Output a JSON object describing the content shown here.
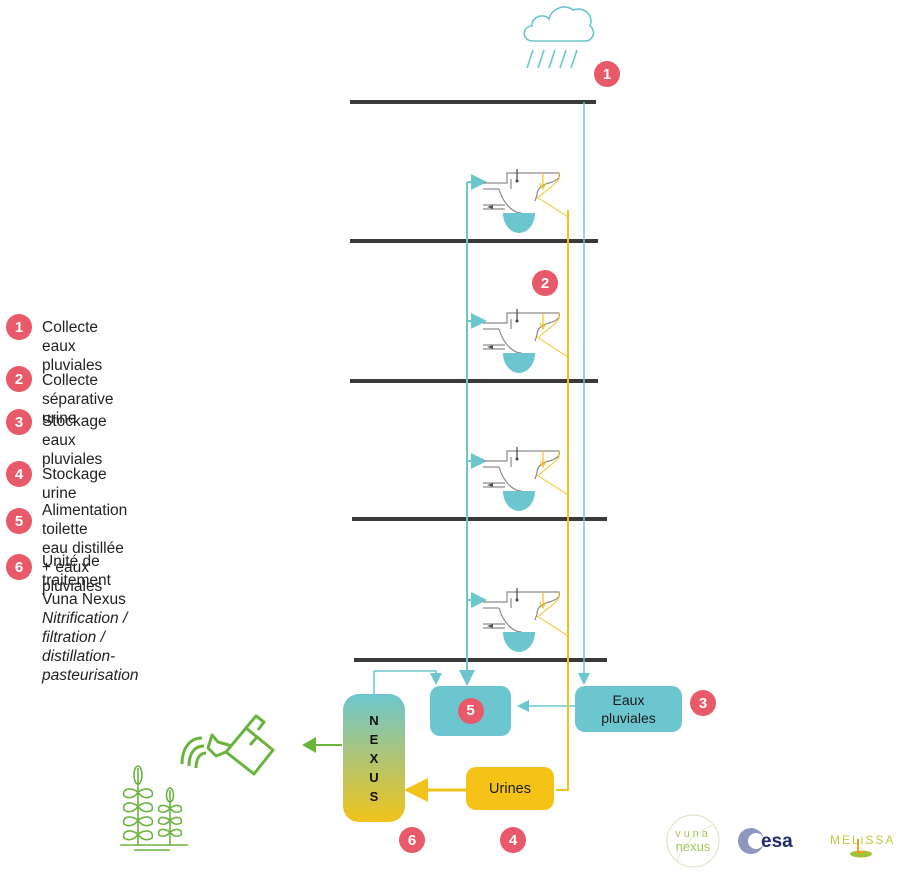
{
  "legend": {
    "items": [
      {
        "num": "1",
        "lines": [
          "Collecte eaux pluviales"
        ],
        "italic": []
      },
      {
        "num": "2",
        "lines": [
          "Collecte séparative urine"
        ],
        "italic": []
      },
      {
        "num": "3",
        "lines": [
          "Stockage eaux pluviales"
        ],
        "italic": []
      },
      {
        "num": "4",
        "lines": [
          "Stockage urine"
        ],
        "italic": []
      },
      {
        "num": "5",
        "lines": [
          "Alimentation toilette",
          "eau distillée + eaux pluviales"
        ],
        "italic": []
      },
      {
        "num": "6",
        "lines": [
          "Unité de traitement Vuna Nexus"
        ],
        "italic": [
          "Nitrification / filtration / distillation-",
          "pasteurisation"
        ]
      }
    ]
  },
  "diagram": {
    "floors": 5,
    "toilets": 4,
    "badges": {
      "rain": "1",
      "urine_collect": "2",
      "rain_storage": "3",
      "urine_storage": "4",
      "toilet_feed": "5",
      "nexus": "6"
    },
    "boxes": {
      "rain_storage": "Eaux pluviales",
      "rain_storage_line1": "Eaux",
      "rain_storage_line2": "pluviales",
      "urine_storage": "Urines"
    },
    "nexus_letters": [
      "N",
      "E",
      "X",
      "U",
      "S"
    ],
    "colors": {
      "water": "#6cc6d0",
      "urine": "#f1c31a",
      "badge": "#e8596a",
      "floor": "#3a3a3a",
      "plant": "#6ab43e",
      "pipe_grey": "#8a8a8a"
    }
  },
  "logos": {
    "vuna_top": "vuna",
    "vuna_bottom": "nexus",
    "esa": "esa",
    "melissa": "MELiSSA"
  }
}
